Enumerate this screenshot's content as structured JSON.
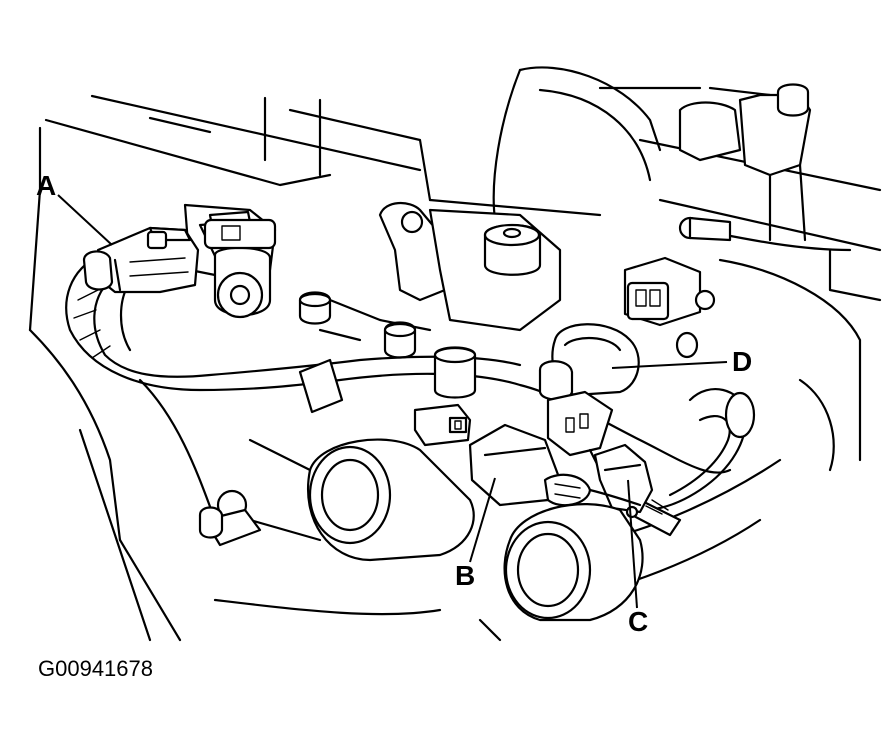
{
  "figure_id": "G00941678",
  "callouts": {
    "a": "A",
    "b": "B",
    "c": "C",
    "d": "D"
  },
  "colors": {
    "line": "#000000",
    "background": "#ffffff"
  }
}
